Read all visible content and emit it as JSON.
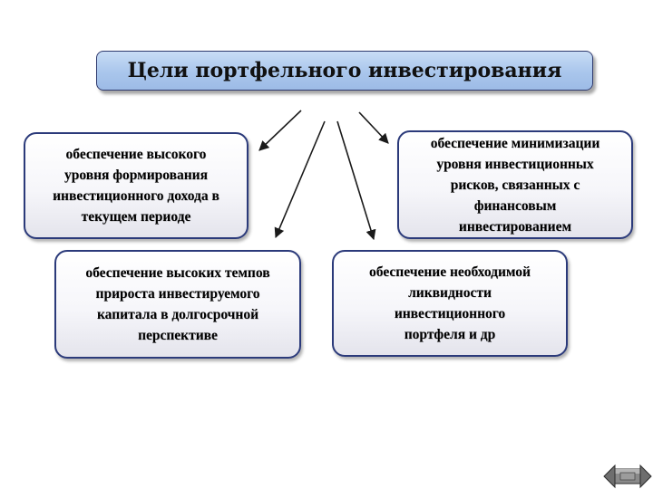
{
  "title": "Цели портфельного инвестирования",
  "goals": [
    {
      "text": "обеспечение высокого\nуровня формирования\nинвестиционного дохода в\nтекущем периоде"
    },
    {
      "text": "обеспечение минимизации\nуровня инвестиционных\nрисков, связанных с\nфинансовым\nинвестированием"
    },
    {
      "text": "обеспечение высоких темпов\nприроста инвестируемого\nкапитала в долгосрочной\nперспективе"
    },
    {
      "text": "обеспечение необходимой\nликвидности\nинвестиционного\nпортфеля и др"
    }
  ],
  "colors": {
    "title_fill": "#a9c6ec",
    "box_border": "#2b3a7a",
    "arrow": "#1a1a1a"
  },
  "icons": {
    "navigation": "slide-navigation-arrows-icon"
  }
}
